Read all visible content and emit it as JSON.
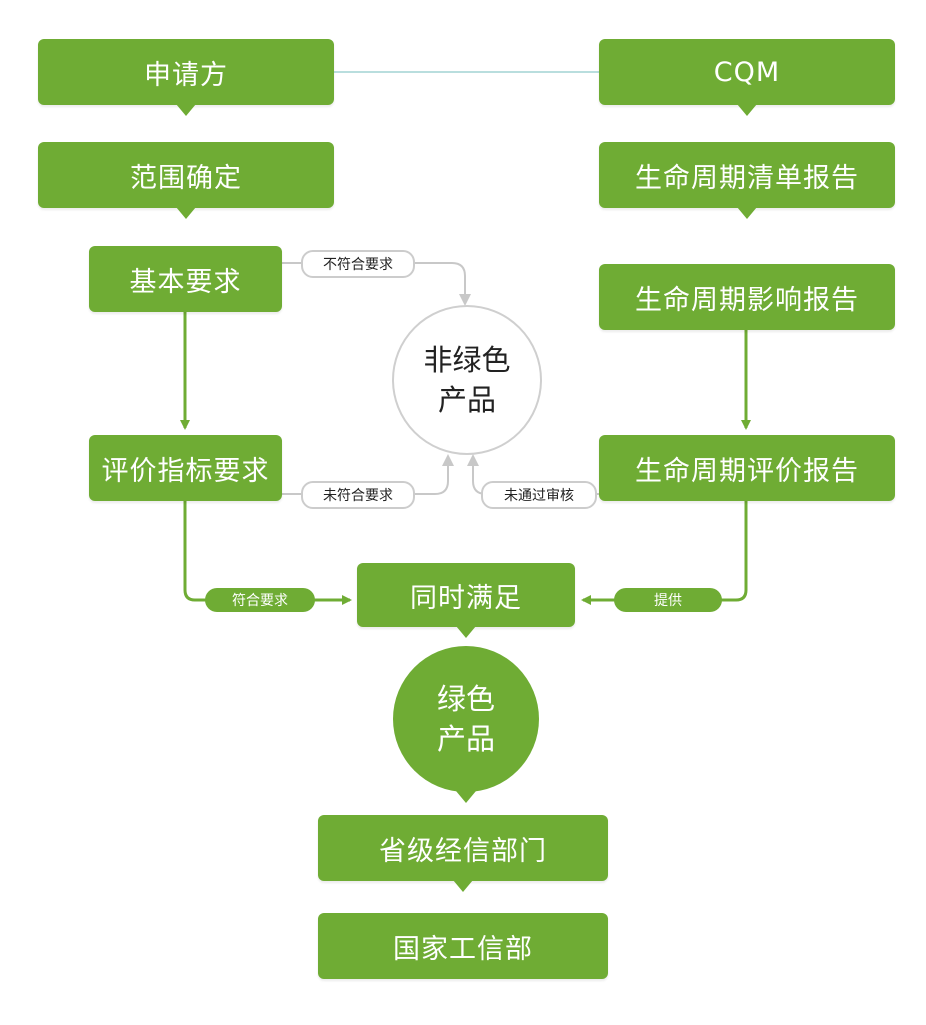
{
  "colors": {
    "green": "#6fac34",
    "grey_line": "#c8c8c8",
    "teal_line": "#b9dede"
  },
  "nodes": {
    "applicant": "申请方",
    "scope": "范围确定",
    "basic_req": "基本要求",
    "indicator_req": "评价指标要求",
    "cqm": "CQM",
    "inventory_report": "生命周期清单报告",
    "impact_report": "生命周期影响报告",
    "evaluation_report": "生命周期评价报告",
    "simultaneous": "同时满足",
    "provincial_dept": "省级经信部门",
    "national_dept": "国家工信部"
  },
  "circles": {
    "non_green": {
      "line1": "非绿色",
      "line2": "产品"
    },
    "green": {
      "line1": "绿色",
      "line2": "产品"
    }
  },
  "labels": {
    "not_conform": "不符合要求",
    "unmet": "未符合要求",
    "not_passed": "未通过审核",
    "conform": "符合要求",
    "provide": "提供"
  }
}
